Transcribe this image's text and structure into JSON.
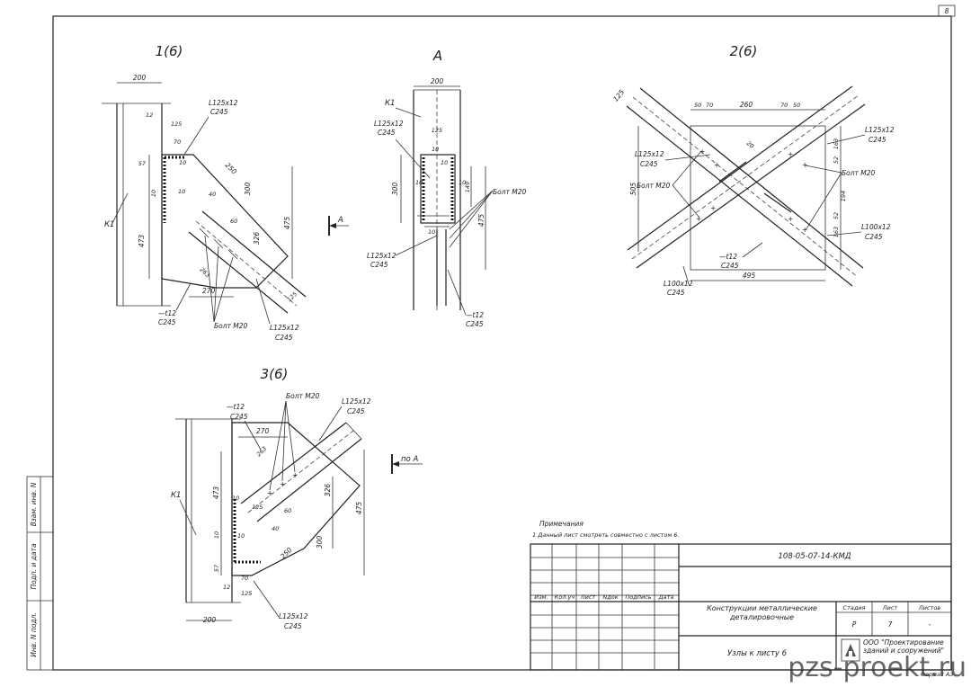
{
  "sheet_corner": "8",
  "sections": {
    "s1": "1(6)",
    "sA": "A",
    "s2": "2(6)",
    "s3": "3(6)"
  },
  "view_markers": {
    "a": "А",
    "po_a": "по А"
  },
  "labels": {
    "k1": "К1",
    "l125": "L125x12",
    "l100": "L100x12",
    "c245": "С245",
    "plate": "—t12",
    "bolt": "Болт М20"
  },
  "dims": {
    "d200": "200",
    "d12": "12",
    "d125": "125",
    "d70": "70",
    "d10": "10",
    "d57": "57",
    "d473": "473",
    "d250": "250",
    "d300": "300",
    "d40": "40",
    "d60": "60",
    "d326": "326",
    "d475": "475",
    "d263": "263",
    "d270": "270",
    "d149": "149",
    "d50": "50",
    "d260": "260",
    "d20": "20",
    "d163": "163",
    "d52": "52",
    "d194": "194",
    "d505": "505",
    "d495": "495"
  },
  "notes": {
    "heading": "Примечания",
    "item1": "1  Данный лист смотреть совместно с листом 6."
  },
  "title_block": {
    "code": "108-05-07-14-КМД",
    "headers": [
      "Изм.",
      "Кол.уч",
      "Лист",
      "Nдок",
      "Подпись",
      "Дата"
    ],
    "title": "Конструкции металлические деталировочные",
    "stage_h": "Стадия",
    "sheet_h": "Лист",
    "sheets_h": "Листов",
    "stage": "Р",
    "sheet": "7",
    "sheets": "-",
    "drawing": "Узлы к листу 6",
    "org": "ООО \"Проектирование зданий и сооружений\"",
    "format": "Формат А3"
  },
  "side_stamp": [
    "Взам. инв. N",
    "Подп. и дата",
    "Инв. N подл."
  ],
  "watermark": "pzs-proekt.ru"
}
